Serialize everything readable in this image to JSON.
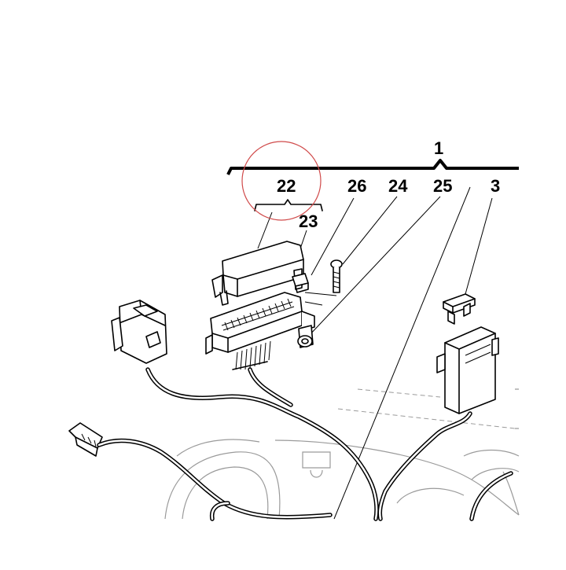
{
  "callouts": {
    "c1": "1",
    "c22": "22",
    "c23": "23",
    "c26": "26",
    "c24": "24",
    "c25": "25",
    "c3": "3"
  },
  "colors": {
    "line": "#000000",
    "background": "#ffffff",
    "highlight_circle": "#d04a4a",
    "ghost_line": "#9a9a9a"
  }
}
